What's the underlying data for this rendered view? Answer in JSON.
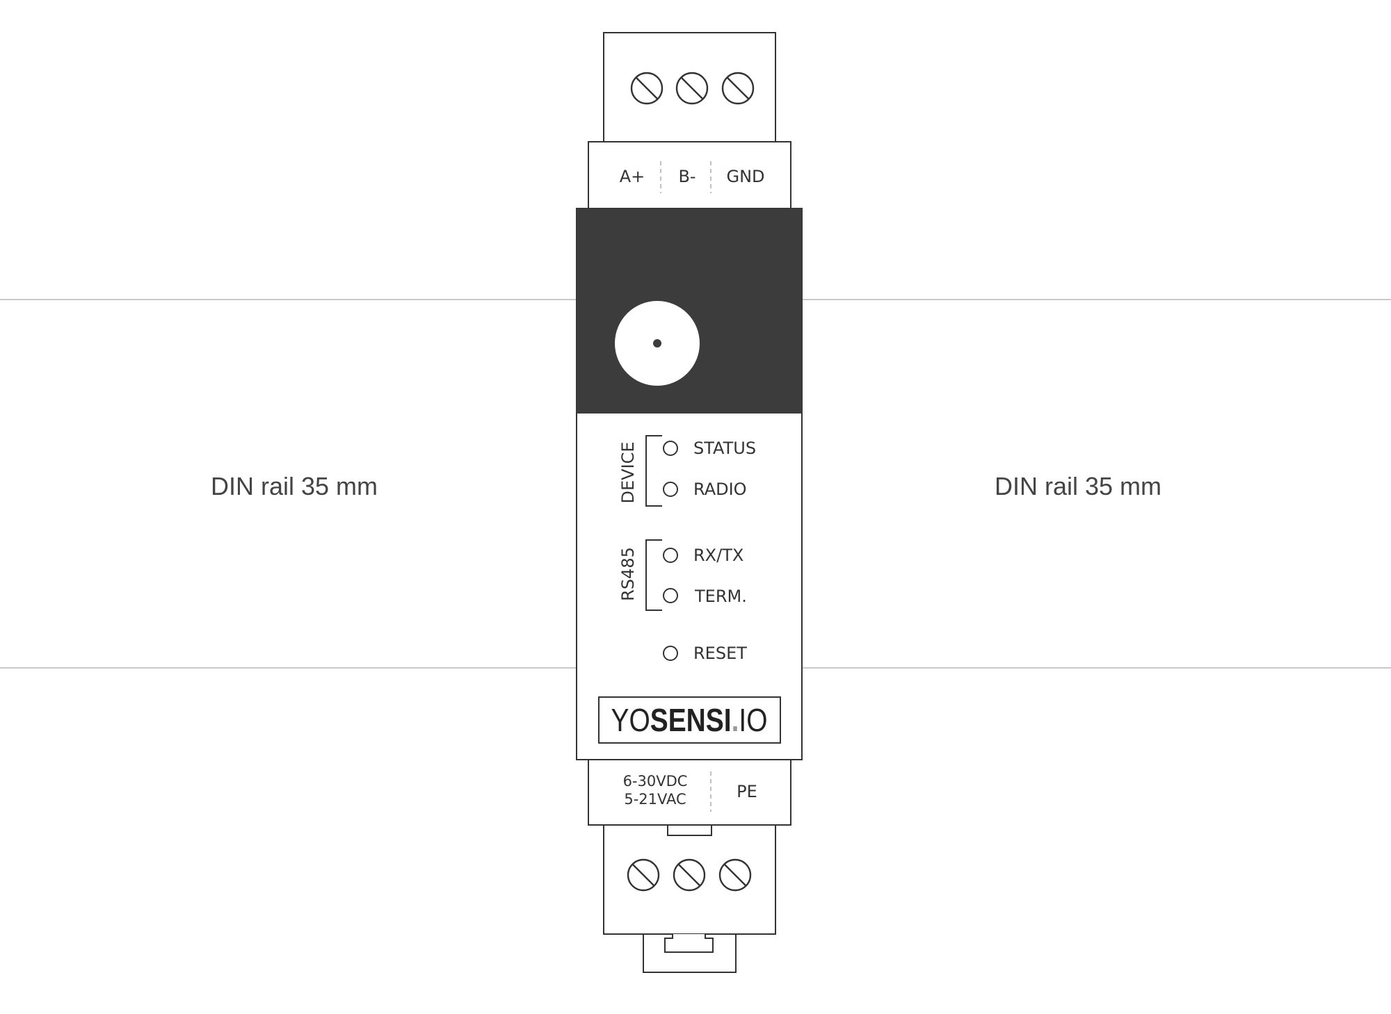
{
  "rail": {
    "left_label": "DIN rail 35 mm",
    "right_label": "DIN rail 35 mm"
  },
  "top_terminals": [
    "A+",
    "B-",
    "GND"
  ],
  "device_group": {
    "label": "DEVICE",
    "leds": [
      "STATUS",
      "RADIO"
    ]
  },
  "rs485_group": {
    "label": "RS485",
    "leds": [
      "RX/TX",
      "TERM."
    ]
  },
  "reset": {
    "label": "RESET"
  },
  "logo": {
    "part1": "YO",
    "part2": "SENSI",
    "part3": ".",
    "part4": "IO"
  },
  "power": {
    "dc_label": "6-30VDC",
    "ac_label": "5-21VAC",
    "pe_label": "PE"
  },
  "colors": {
    "housing_dark": "#3c3c3c",
    "stroke": "#333333",
    "rail_line": "#b5b5b5",
    "divider": "#b0b0b0"
  },
  "icons": {
    "terminal_screw": "screw-icon",
    "antenna": "antenna-connector-icon",
    "led": "led-indicator-icon"
  }
}
